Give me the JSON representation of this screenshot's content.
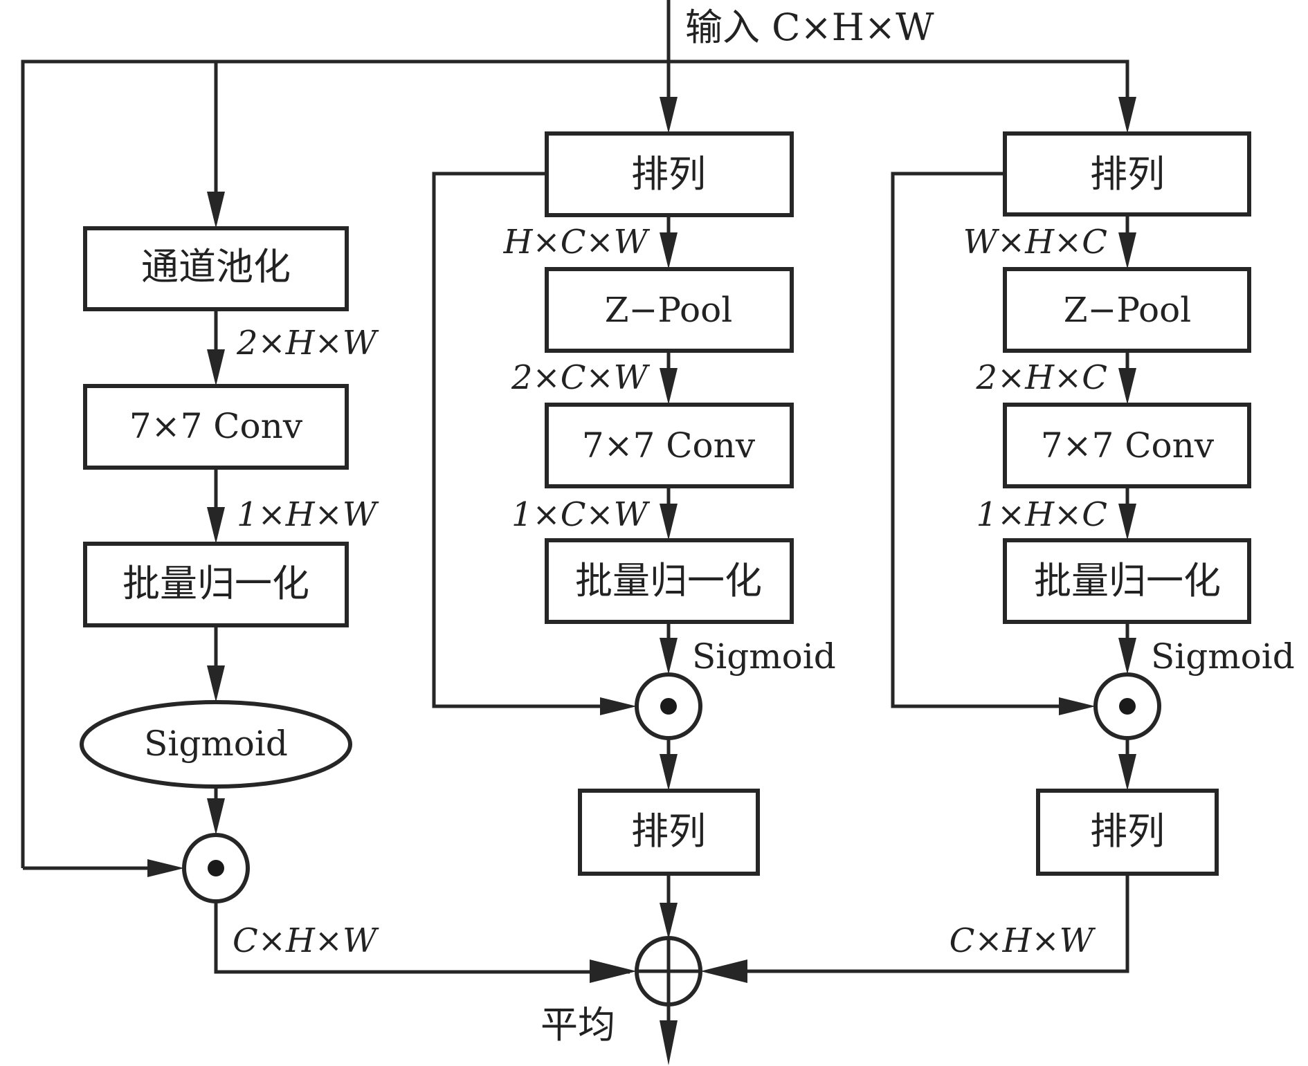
{
  "input_label": "输入 C×H×W",
  "left_branch": {
    "channel_pool": "通道池化",
    "dim_after_pool": "2×H×W",
    "conv": "7×7 Conv",
    "dim_after_conv": "1×H×W",
    "batch_norm": "批量归一化",
    "sigmoid": "Sigmoid",
    "output_dim": "C×H×W"
  },
  "middle_branch": {
    "permute_in": "排列",
    "dim_after_permute": "H×C×W",
    "zpool": "Z−Pool",
    "dim_after_zpool": "2×C×W",
    "conv": "7×7 Conv",
    "dim_after_conv": "1×C×W",
    "batch_norm": "批量归一化",
    "sigmoid": "Sigmoid",
    "permute_out": "排列"
  },
  "right_branch": {
    "permute_in": "排列",
    "dim_after_permute": "W×H×C",
    "zpool": "Z−Pool",
    "dim_after_zpool": "2×H×C",
    "conv": "7×7 Conv",
    "dim_after_conv": "1×H×C",
    "batch_norm": "批量归一化",
    "sigmoid": "Sigmoid",
    "permute_out": "排列",
    "output_dim": "C×H×W"
  },
  "merge_label": "平均",
  "icons": {
    "multiply": "hadamard-product-icon",
    "sum": "circled-plus-icon"
  }
}
